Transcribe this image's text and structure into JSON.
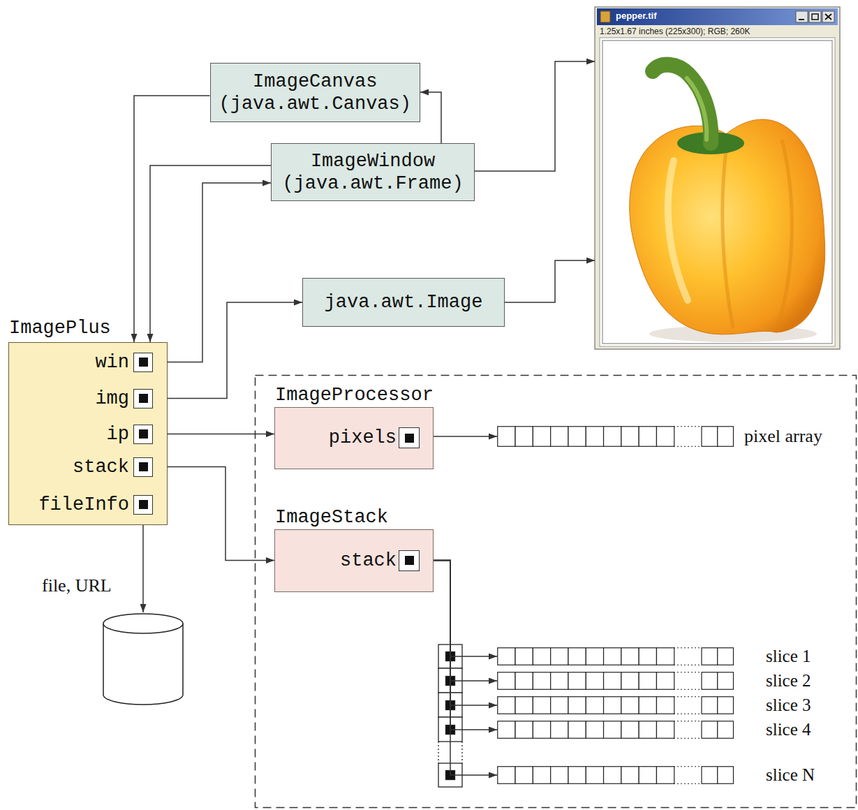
{
  "diagram": {
    "nodes": [
      {
        "text": [
          "ImageCanvas",
          "(java.awt.Canvas)"
        ]
      },
      {
        "text": [
          "ImageWindow",
          "(java.awt.Frame)"
        ]
      },
      {
        "text": [
          "pepper.tif",
          "1.25x1.67 inches (225x300); RGB; 260K"
        ]
      },
      {
        "text": [
          "java.awt.Image"
        ]
      },
      {
        "text": [
          "ImagePlus",
          "win",
          "img",
          "ip",
          "stack",
          "fileInfo"
        ]
      },
      {
        "text": [
          "ImageProcessor",
          "pixels"
        ]
      },
      {
        "text": [
          "pixel array"
        ]
      },
      {
        "text": [
          "ImageStack",
          "stack"
        ]
      },
      {
        "text": [
          "slice 1"
        ]
      },
      {
        "text": [
          "slice 2"
        ]
      },
      {
        "text": [
          "slice 3"
        ]
      },
      {
        "text": [
          "slice 4"
        ]
      },
      {
        "text": [
          "slice N"
        ]
      }
    ],
    "edges": [
      {
        "from": 4,
        "to": 1,
        "arrow": "to"
      },
      {
        "from": 1,
        "to": 0,
        "arrow": "to"
      },
      {
        "from": 0,
        "to": 4,
        "arrow": "to"
      },
      {
        "from": 1,
        "to": 4,
        "arrow": "to"
      },
      {
        "from": 1,
        "to": 2,
        "arrow": "to"
      },
      {
        "from": 4,
        "to": 3,
        "arrow": "to"
      },
      {
        "from": 3,
        "to": 2,
        "arrow": "to"
      },
      {
        "from": 4,
        "to": 5,
        "arrow": "to"
      },
      {
        "from": 5,
        "to": 6,
        "arrow": "to"
      },
      {
        "from": 4,
        "to": 7,
        "arrow": "to"
      },
      {
        "from": 7,
        "to": 8,
        "arrow": "to"
      },
      {
        "from": 7,
        "to": 9,
        "arrow": "to"
      },
      {
        "from": 7,
        "to": 10,
        "arrow": "to"
      },
      {
        "from": 7,
        "to": 11,
        "arrow": "to"
      },
      {
        "from": 7,
        "to": 12,
        "arrow": "to"
      }
    ],
    "labels": [
      "file, URL"
    ]
  }
}
